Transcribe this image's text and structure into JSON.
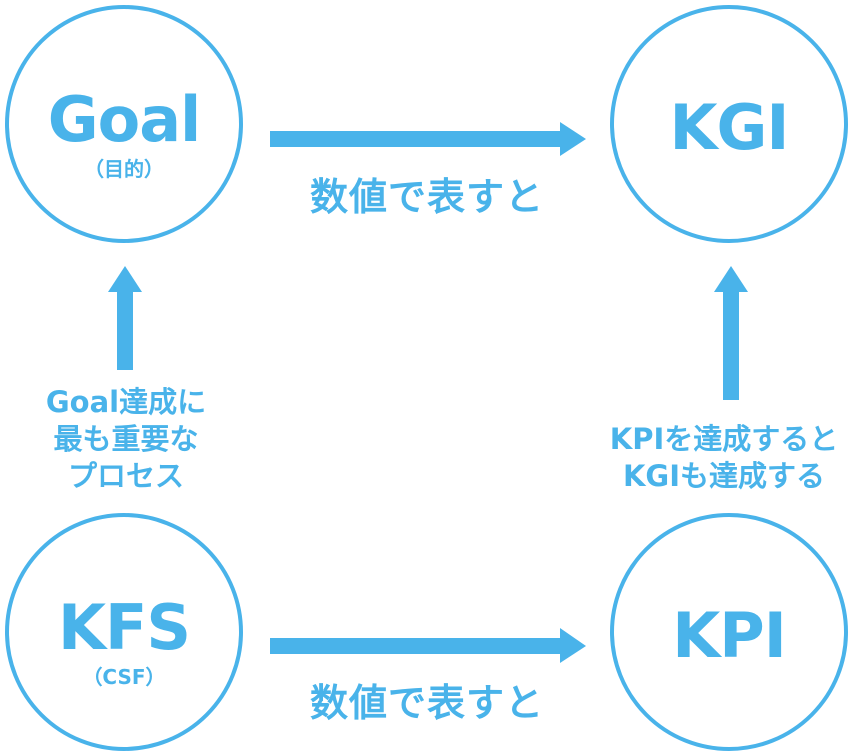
{
  "nodes": {
    "goal": {
      "title": "Goal",
      "subtitle": "（目的）"
    },
    "kgi": {
      "title": "KGI"
    },
    "kfs": {
      "title": "KFS",
      "subtitle": "（CSF）"
    },
    "kpi": {
      "title": "KPI"
    }
  },
  "edges": {
    "goal_to_kgi": {
      "label": "数値で表すと"
    },
    "kfs_to_kpi": {
      "label": "数値で表すと"
    },
    "kfs_to_goal": {
      "lines": [
        "Goal達成に",
        "最も重要な",
        "プロセス"
      ]
    },
    "kpi_to_kgi": {
      "lines": [
        "KPIを達成すると",
        "KGIも達成する"
      ]
    }
  },
  "colors": {
    "accent": "#49b3ea",
    "background": "#ffffff"
  }
}
